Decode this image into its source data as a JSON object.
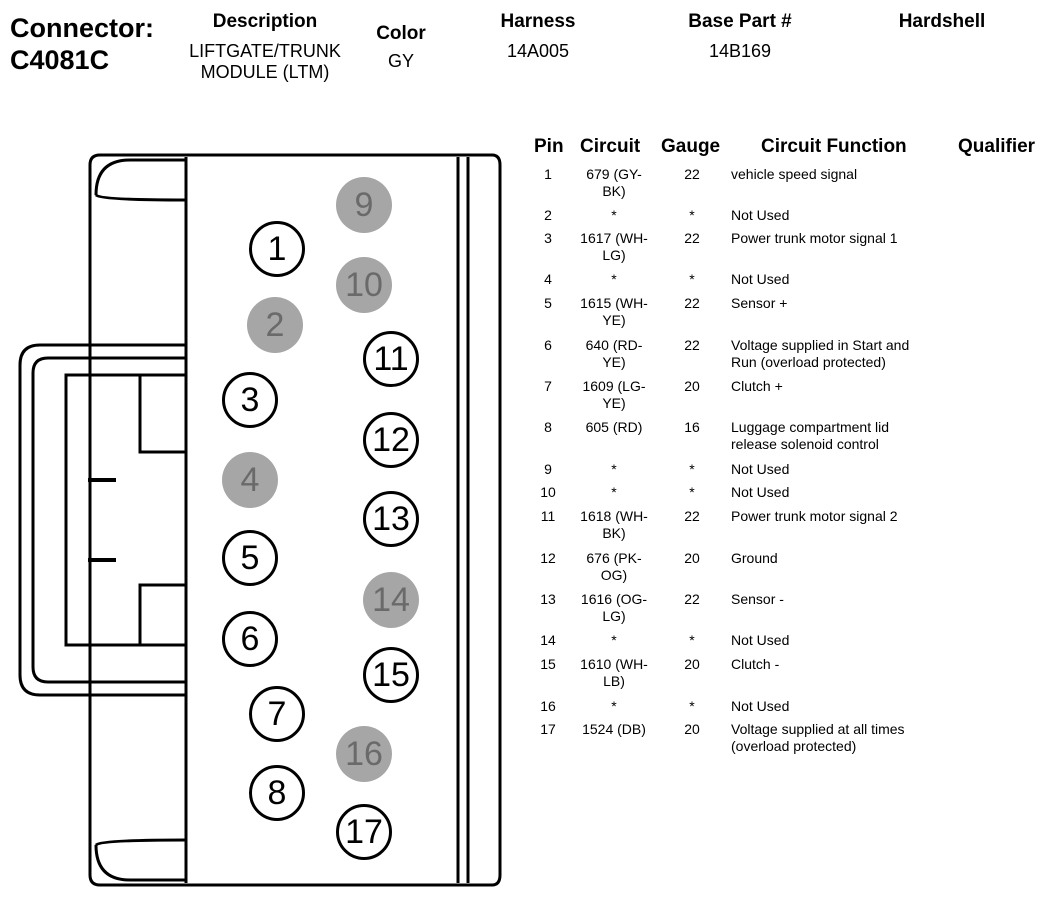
{
  "header": {
    "connector_label": "Connector:",
    "connector_id": "C4081C",
    "description_heading": "Description",
    "description_line1": "LIFTGATE/TRUNK",
    "description_line2": "MODULE (LTM)",
    "color_heading": "Color",
    "color_value": "GY",
    "harness_heading": "Harness",
    "harness_value": "14A005",
    "base_part_heading": "Base Part #",
    "base_part_value": "14B169",
    "hardshell_heading": "Hardshell"
  },
  "connector_pins": [
    {
      "pin": "1",
      "used": true
    },
    {
      "pin": "2",
      "used": false
    },
    {
      "pin": "3",
      "used": true
    },
    {
      "pin": "4",
      "used": false
    },
    {
      "pin": "5",
      "used": true
    },
    {
      "pin": "6",
      "used": true
    },
    {
      "pin": "7",
      "used": true
    },
    {
      "pin": "8",
      "used": true
    },
    {
      "pin": "9",
      "used": false
    },
    {
      "pin": "10",
      "used": false
    },
    {
      "pin": "11",
      "used": true
    },
    {
      "pin": "12",
      "used": true
    },
    {
      "pin": "13",
      "used": true
    },
    {
      "pin": "14",
      "used": false
    },
    {
      "pin": "15",
      "used": true
    },
    {
      "pin": "16",
      "used": false
    },
    {
      "pin": "17",
      "used": true
    }
  ],
  "colors": {
    "unused_pin_fill": "#a6a6a6",
    "unused_pin_text": "#6a6a6a",
    "outline": "#000000"
  },
  "table": {
    "headers": {
      "pin": "Pin",
      "circuit": "Circuit",
      "gauge": "Gauge",
      "function": "Circuit Function",
      "qualifier": "Qualifier"
    },
    "rows": [
      {
        "pin": "1",
        "circuit": [
          "679 (GY-",
          "BK)"
        ],
        "gauge": "22",
        "function": [
          "vehicle speed signal"
        ]
      },
      {
        "pin": "2",
        "circuit": [
          "*"
        ],
        "gauge": "*",
        "function": [
          "Not Used"
        ]
      },
      {
        "pin": "3",
        "circuit": [
          "1617 (WH-",
          "LG)"
        ],
        "gauge": "22",
        "function": [
          "Power trunk motor signal 1"
        ]
      },
      {
        "pin": "4",
        "circuit": [
          "*"
        ],
        "gauge": "*",
        "function": [
          "Not Used"
        ]
      },
      {
        "pin": "5",
        "circuit": [
          "1615 (WH-",
          "YE)"
        ],
        "gauge": "22",
        "function": [
          "Sensor +"
        ]
      },
      {
        "pin": "6",
        "circuit": [
          "640 (RD-",
          "YE)"
        ],
        "gauge": "22",
        "function": [
          "Voltage supplied in Start and",
          "Run (overload protected)"
        ]
      },
      {
        "pin": "7",
        "circuit": [
          "1609 (LG-",
          "YE)"
        ],
        "gauge": "20",
        "function": [
          "Clutch +"
        ]
      },
      {
        "pin": "8",
        "circuit": [
          "605 (RD)"
        ],
        "gauge": "16",
        "function": [
          "Luggage compartment lid",
          "release solenoid control"
        ]
      },
      {
        "pin": "9",
        "circuit": [
          "*"
        ],
        "gauge": "*",
        "function": [
          "Not Used"
        ]
      },
      {
        "pin": "10",
        "circuit": [
          "*"
        ],
        "gauge": "*",
        "function": [
          "Not Used"
        ]
      },
      {
        "pin": "11",
        "circuit": [
          "1618 (WH-",
          "BK)"
        ],
        "gauge": "22",
        "function": [
          "Power trunk motor signal 2"
        ]
      },
      {
        "pin": "12",
        "circuit": [
          "676 (PK-",
          "OG)"
        ],
        "gauge": "20",
        "function": [
          "Ground"
        ]
      },
      {
        "pin": "13",
        "circuit": [
          "1616 (OG-",
          "LG)"
        ],
        "gauge": "22",
        "function": [
          "Sensor -"
        ]
      },
      {
        "pin": "14",
        "circuit": [
          "*"
        ],
        "gauge": "*",
        "function": [
          "Not Used"
        ]
      },
      {
        "pin": "15",
        "circuit": [
          "1610 (WH-",
          "LB)"
        ],
        "gauge": "20",
        "function": [
          "Clutch -"
        ]
      },
      {
        "pin": "16",
        "circuit": [
          "*"
        ],
        "gauge": "*",
        "function": [
          "Not Used"
        ]
      },
      {
        "pin": "17",
        "circuit": [
          "1524 (DB)"
        ],
        "gauge": "20",
        "function": [
          "Voltage supplied at all times",
          "(overload protected)"
        ]
      }
    ]
  }
}
